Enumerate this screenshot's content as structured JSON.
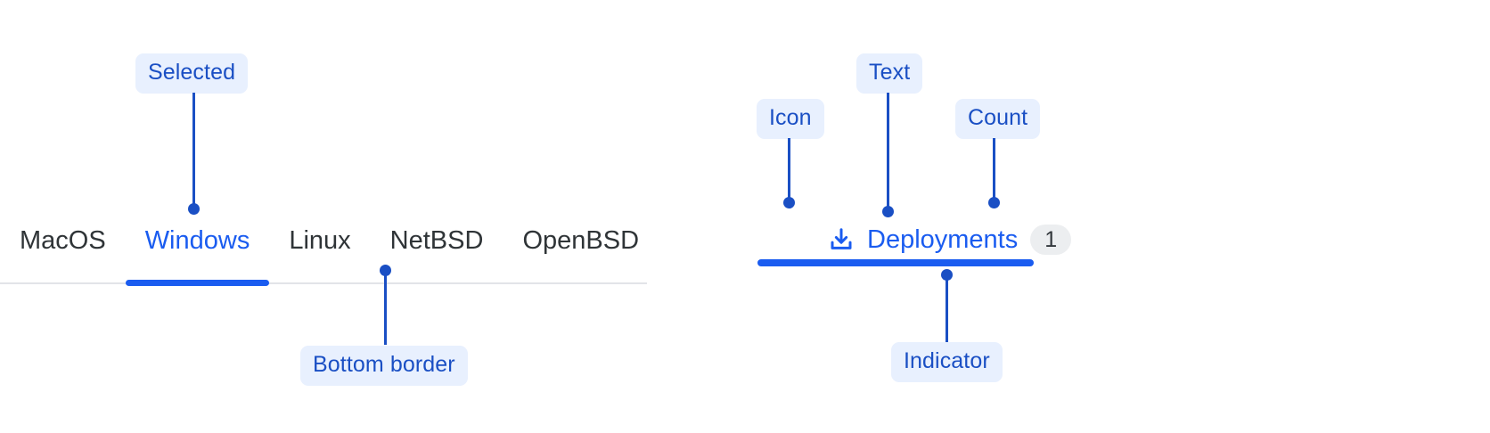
{
  "left_example": {
    "tabs": [
      {
        "label": "MacOS",
        "selected": false
      },
      {
        "label": "Windows",
        "selected": true
      },
      {
        "label": "Linux",
        "selected": false
      },
      {
        "label": "NetBSD",
        "selected": false
      },
      {
        "label": "OpenBSD",
        "selected": false
      }
    ],
    "annotations": {
      "selected": "Selected",
      "bottom_border": "Bottom border"
    }
  },
  "right_example": {
    "tab": {
      "icon": "download-icon",
      "label": "Deployments",
      "count": "1",
      "selected": true
    },
    "annotations": {
      "icon": "Icon",
      "text": "Text",
      "count": "Count",
      "indicator": "Indicator"
    }
  },
  "colors": {
    "accent": "#1a5cf0",
    "annotation_text": "#1a4fc4",
    "annotation_bg": "#e8f0fe",
    "tab_text": "#2f3437",
    "rule": "#e2e4e8",
    "badge_bg": "#eceef0",
    "badge_text": "#32373c"
  }
}
